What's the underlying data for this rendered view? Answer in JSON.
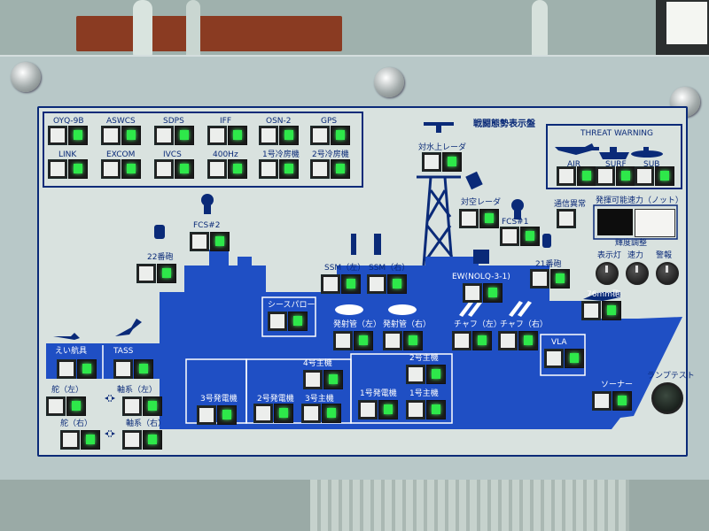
{
  "panel": {
    "title": "戦闘態勢表示盤",
    "threat_warning": {
      "title": "THREAT WARNING",
      "labels": [
        "AIR",
        "SURF",
        "SUB"
      ]
    },
    "top_row1": [
      "OYQ-9B",
      "ASWCS",
      "SDPS",
      "IFF",
      "OSN-2",
      "GPS"
    ],
    "top_row2": [
      "LINK",
      "EXCOM",
      "IVCS",
      "400Hz",
      "1号冷房機",
      "2号冷房機"
    ],
    "sensors": {
      "surface_radar": "対水上レーダ",
      "air_radar": "対空レーダ",
      "fcs1": "FCS#1",
      "fcs2": "FCS#2",
      "gun22": "22番砲",
      "gun21": "21番砲",
      "ssm_left": "SSM（左）",
      "ssm_right": "SSM（右）",
      "ew": "EW(NOLQ-3-1)",
      "comms": "通信異常",
      "gun76": "76mm砲"
    },
    "weapons": {
      "seasparrow": "シースパロー",
      "tube_left": "発射管（左）",
      "tube_right": "発射管（右）",
      "chaff_left": "チャフ（左）",
      "chaff_right": "チャフ（右）",
      "vla": "VLA",
      "sonar": "ソーナー"
    },
    "power": {
      "gen3": "3号発電機",
      "gen2": "2号発電機",
      "main3": "3号主機",
      "main4": "4号主機",
      "gen1": "1号発電機",
      "main1": "1号主機",
      "main2": "2号主機"
    },
    "propulsion": {
      "towed": "えい航具",
      "tass": "TASS",
      "rudder_left": "舵（左）",
      "rudder_right": "舵（右）",
      "shaft_left": "軸系（左）",
      "shaft_right": "軸系（右）"
    },
    "speed": {
      "title": "発揮可能速力（ノット）",
      "dimmer": "輝度調整",
      "knobs": [
        "表示灯",
        "速力",
        "警報"
      ]
    },
    "lamp_test": "ランプテスト"
  },
  "colors": {
    "panel": "#b8c8c8",
    "face": "#d9e2df",
    "navy": "#0a2a78",
    "ship_blue": "#1f4fc4",
    "lamp_green": "#2ee84a"
  }
}
